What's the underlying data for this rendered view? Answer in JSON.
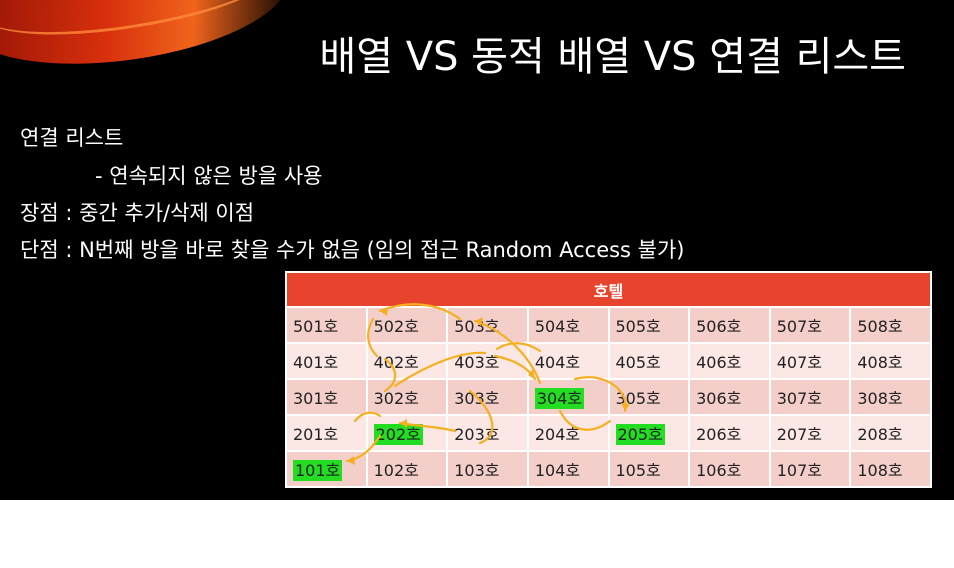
{
  "slide": {
    "title": "배열 VS 동적 배열 VS 연결 리스트",
    "lines": [
      "연결 리스트",
      "- 연속되지 않은 방을 사용",
      "장점 : 중간 추가/삭제 이점",
      "단점 : N번째 방을 바로 찾을 수가 없음 (임의 접근 Random Access 불가)"
    ],
    "table": {
      "header": "호텔",
      "rows": [
        [
          "501호",
          "502호",
          "503호",
          "504호",
          "505호",
          "506호",
          "507호",
          "508호"
        ],
        [
          "401호",
          "402호",
          "403호",
          "404호",
          "405호",
          "406호",
          "407호",
          "408호"
        ],
        [
          "301호",
          "302호",
          "303호",
          "304호",
          "305호",
          "306호",
          "307호",
          "308호"
        ],
        [
          "201호",
          "202호",
          "203호",
          "204호",
          "205호",
          "206호",
          "207호",
          "208호"
        ],
        [
          "101호",
          "102호",
          "103호",
          "104호",
          "105호",
          "106호",
          "107호",
          "108호"
        ]
      ],
      "highlighted": [
        "304호",
        "202호",
        "205호",
        "101호"
      ]
    },
    "colors": {
      "header_bg": "#e8432c",
      "row_dark": "#f4cfca",
      "row_light": "#fbe8e5",
      "highlight": "#22dd22",
      "arrow": "#f5b020"
    }
  }
}
